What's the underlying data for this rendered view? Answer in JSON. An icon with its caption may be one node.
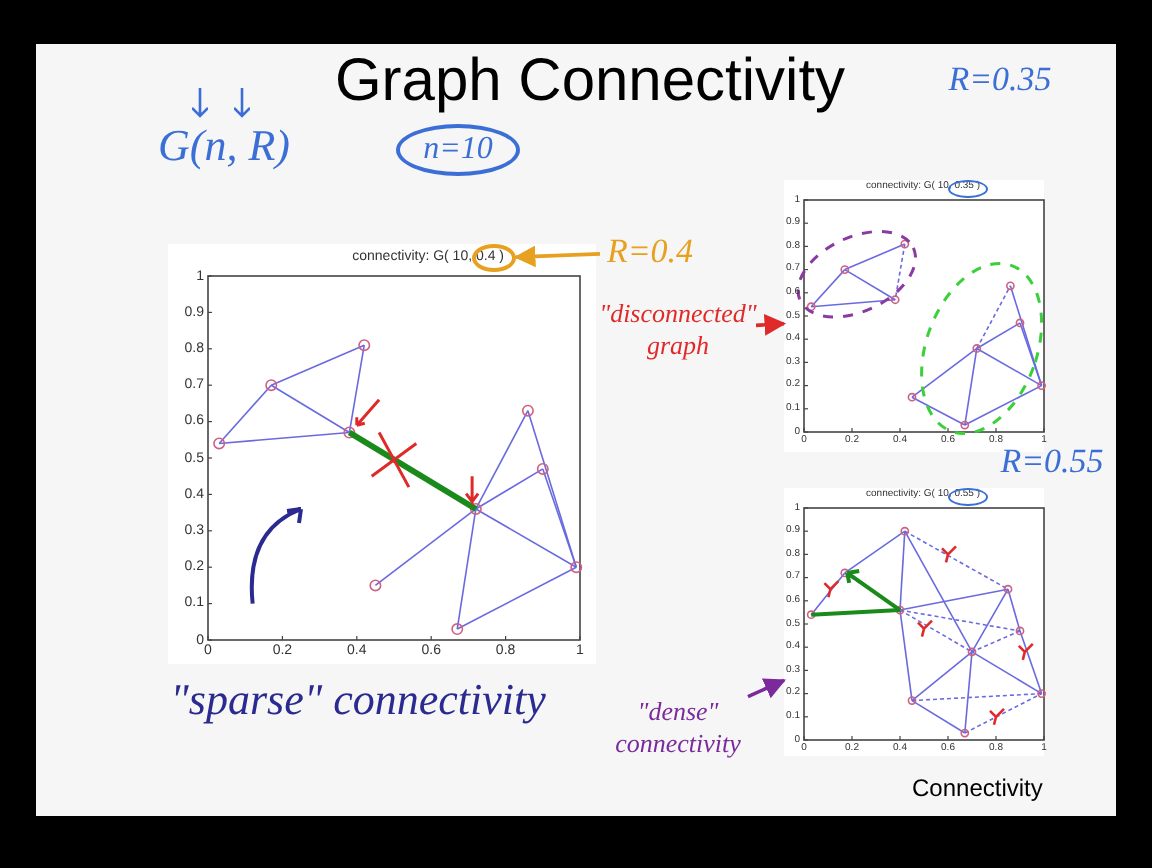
{
  "diagram": {
    "title": "Graph Connectivity",
    "nodes": [
      {
        "text": [
          "G(n, R)"
        ]
      },
      {
        "text": [
          "n=10"
        ]
      },
      {
        "text": [
          "connectivity: G( 10, 0.4 )"
        ]
      },
      {
        "text": [],
        "shape": "circle",
        "in": 2
      },
      {
        "text": [
          "R=0.4"
        ]
      },
      {
        "text": [
          "R=0.35"
        ]
      },
      {
        "text": [
          "connectivity: G( 10, 0.35 )"
        ]
      },
      {
        "text": [],
        "shape": "circle",
        "in": 6
      },
      {
        "text": [
          "\"disconnected\" graph"
        ]
      },
      {
        "text": [
          "R=0.55"
        ]
      },
      {
        "text": [
          "connectivity: G( 10, 0.55 )"
        ]
      },
      {
        "text": [],
        "shape": "circle",
        "in": 10
      },
      {
        "text": [
          "\"dense\" connectivity"
        ]
      },
      {
        "text": [
          "\"sparse\" connectivity"
        ]
      }
    ],
    "edges": [
      {
        "from": 4,
        "to": 3,
        "arrow": "to",
        "color": "#e8a020"
      },
      {
        "from": 8,
        "to": 6,
        "arrow": "to",
        "color": "#e02a2a"
      },
      {
        "from": 12,
        "to": 10,
        "arrow": "to",
        "color": "#7a2a9a"
      }
    ],
    "labels": [
      "1",
      "0.9",
      "0.8",
      "0.7",
      "0.6",
      "0.5",
      "0.4",
      "0.3",
      "0.2",
      "0.1",
      "0",
      "0",
      "0.2",
      "0.4",
      "0.6",
      "0.8",
      "1",
      "1",
      "0.9",
      "0.8",
      "0.7",
      "0.6",
      "0.5",
      "0.4",
      "0.3",
      "0.2",
      "0.1",
      "0",
      "0",
      "0.2",
      "0.4",
      "0.6",
      "0.8",
      "1",
      "1",
      "0.9",
      "0.8",
      "0.7",
      "0.6",
      "0.5",
      "0.4",
      "0.3",
      "0.2",
      "0.1",
      "0",
      "0",
      "0.2",
      "0.4",
      "0.6",
      "0.8",
      "1",
      "Connectivity"
    ]
  }
}
